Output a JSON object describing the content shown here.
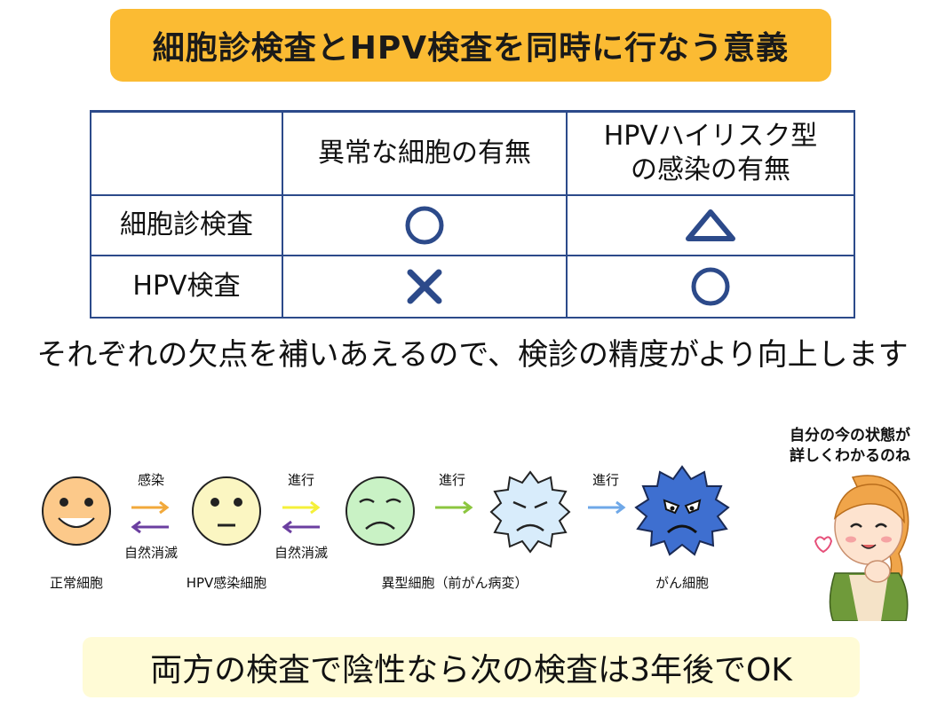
{
  "title": "細胞診検査とHPV検査を同時に行なう意義",
  "table": {
    "col1_header": "異常な細胞の有無",
    "col2_header_line1": "HPVハイリスク型",
    "col2_header_line2": "の感染の有無",
    "rows": [
      {
        "label": "細胞診検査",
        "abnormal_mark": "circle",
        "hpv_mark": "triangle"
      },
      {
        "label": "HPV検査",
        "abnormal_mark": "cross",
        "hpv_mark": "circle"
      }
    ]
  },
  "summary": "それぞれの欠点を補いあえるので、検診の精度がより向上します",
  "stages": [
    {
      "label": "正常細胞",
      "face": "happy-face-icon"
    },
    {
      "label": "HPV感染細胞",
      "face": "neutral-face-icon"
    },
    {
      "label": "異型細胞（前がん病変）",
      "face": "sad-face-icon"
    },
    {
      "label": "",
      "face": "angry-spiky-face-icon"
    },
    {
      "label": "がん細胞",
      "face": "evil-spiky-face-icon"
    }
  ],
  "arrows": [
    {
      "forward": "感染",
      "backward": "自然消滅",
      "color": "#f2a93b",
      "back_color": "#6b3fa0"
    },
    {
      "forward": "進行",
      "backward": "自然消滅",
      "color": "#f5f03a",
      "back_color": "#6b3fa0"
    },
    {
      "forward": "進行",
      "backward": "",
      "color": "#8cc63f"
    },
    {
      "forward": "進行",
      "backward": "",
      "color": "#6fa8e8"
    }
  ],
  "bubble_line1": "自分の今の状態が",
  "bubble_line2": "詳しくわかるのね",
  "bottom": "両方の検査で陰性なら次の検査は3年後でOK",
  "colors": {
    "title_bg": "#fbbb33",
    "table_border": "#2c4a8a",
    "mark": "#2c4a8a",
    "bottom_bg": "#fffbd6"
  }
}
